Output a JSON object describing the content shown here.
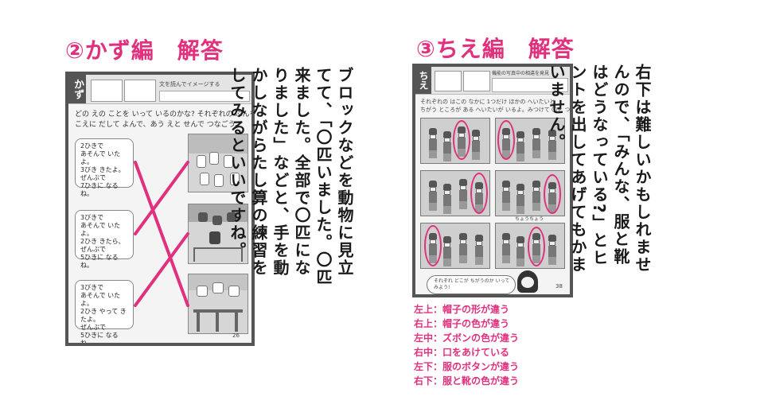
{
  "left": {
    "heading": "②かず編　解答",
    "worksheet": {
      "tab": "かず",
      "header_box": "文を読んでイメージする",
      "instruction_line1": "どの えの ことを いって いるのかな? それぞれの ぶんを",
      "instruction_line2": "こえに だして よんで、あう えと せんで つなごう。",
      "cards": [
        "2ひきで\nあそんで いたよ。\n3びき きたよ。\nぜんぶで\n7ひきに なるね。",
        "3びきで\nあそんで いたよ。\n2ひき きたら、\nぜんぶで\n5ひきに なるね。",
        "3びきで\nあそんで いたよ。\n2ひき やって きたよ。\nぜんぶで\n5ひきに なるね。"
      ],
      "page_number": "26"
    },
    "explanation": "ブロックなどを動物に見立てて、「〇匹いました。〇匹来ました。全部で〇匹になりました」などと、手を動かしながらたし算の練習をしてみるといいですね。"
  },
  "right": {
    "heading": "③ちえ編　解答",
    "worksheet": {
      "tab": "ちえ",
      "header_box": "機能の写真中の相違を発見",
      "instruction_line1": "それぞれの はこの なかに 1つだけ ほかの へいたいと",
      "instruction_line2": "ちがう ところが ある へいたいが いるよ。みつけて 〇を つけよう。",
      "hint_label": "ちょうちょう",
      "bubble_text": "それぞれ どこが ちがうのか いって みよう!",
      "page_number": "38"
    },
    "explanation": "右下は難しいかもしれませんので、「みんな、服と靴はどうなっている?」とヒントを出してあげてもかまいません。",
    "answers": [
      "左上：帽子の形が違う",
      "右上：帽子の色が違う",
      "左中：ズボンの色が違う",
      "右中：口をあけている",
      "左下：服のボタンが違う",
      "右下：服と靴の色が違う"
    ]
  },
  "colors": {
    "accent": "#e0307e",
    "frame": "#555555"
  }
}
